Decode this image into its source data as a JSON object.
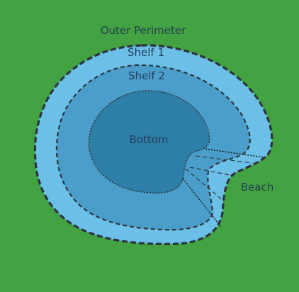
{
  "diagram": {
    "labels": {
      "outer_perimeter": "Outer Perimeter",
      "shelf1": "Shelf 1",
      "shelf2": "Shelf 2",
      "bottom": "Bottom",
      "beach": "Beach"
    },
    "colors": {
      "background": "#43a343",
      "shelf1": "#6cc0e8",
      "shelf2": "#4b9ec9",
      "bottom": "#2e7fa8",
      "outline": "#2b3540"
    }
  }
}
